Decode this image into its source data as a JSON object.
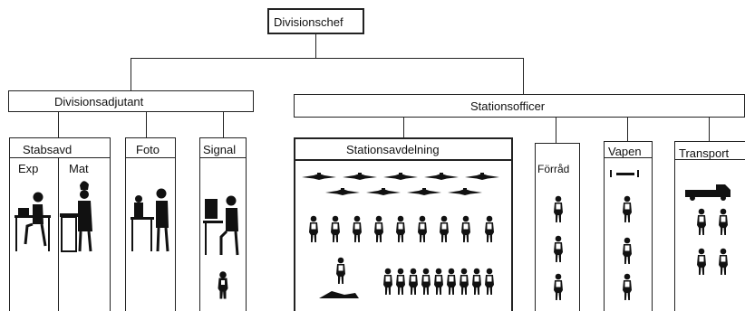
{
  "org_chart": {
    "root": {
      "label": "Divisionschef"
    },
    "divisionsadjutant": {
      "label": "Divisionsadjutant",
      "units": [
        {
          "label": "Stabsavd",
          "subunits": [
            {
              "label": "Exp"
            },
            {
              "label": "Mat"
            }
          ]
        },
        {
          "label": "Foto"
        },
        {
          "label": "Signal"
        }
      ]
    },
    "stationsofficer": {
      "label": "Stationsofficer",
      "units": [
        {
          "label": "Stationsavdelning"
        },
        {
          "label": "Förråd"
        },
        {
          "label": "Vapen"
        },
        {
          "label": "Transport"
        }
      ]
    }
  },
  "colors": {
    "ink": "#222222",
    "background": "#ffffff"
  }
}
